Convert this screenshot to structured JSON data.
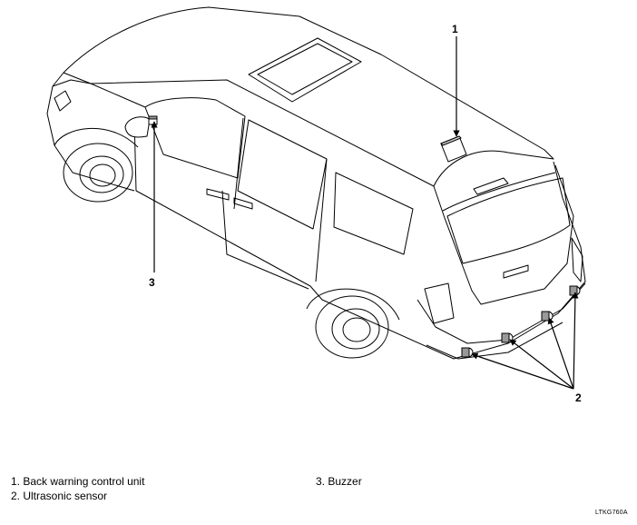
{
  "callouts": {
    "c1": "1",
    "c2": "2",
    "c3": "3"
  },
  "legend": {
    "item1": "1. Back warning control unit",
    "item2": "2. Ultrasonic sensor",
    "item3": "3. Buzzer"
  },
  "figure_code": "LTKG760A",
  "icons": {
    "vehicle": "minivan-rear-three-quarter-icon",
    "control_unit": "control-unit-box-icon",
    "sensor": "ultrasonic-sensor-icon",
    "buzzer": "buzzer-icon"
  }
}
